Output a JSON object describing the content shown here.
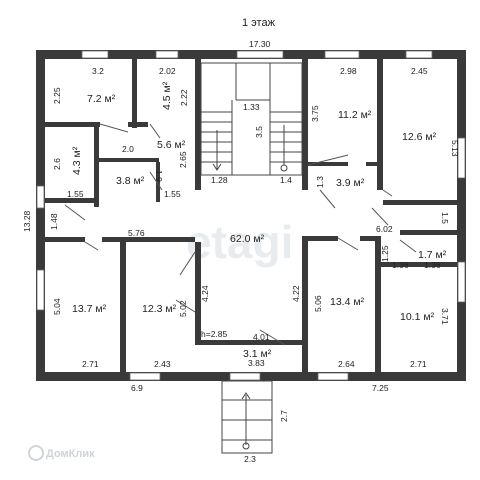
{
  "title": "1 этаж",
  "watermark": "etagi",
  "logo_text": "ДомКлик",
  "rooms": [
    {
      "id": "r1",
      "area": "7.2 м²"
    },
    {
      "id": "r2",
      "area": "4.5 м²"
    },
    {
      "id": "r3",
      "area": "5.6 м²"
    },
    {
      "id": "r4",
      "area": "4.3 м²"
    },
    {
      "id": "r5",
      "area": "3.8 м²"
    },
    {
      "id": "r6",
      "area": "11.2 м²"
    },
    {
      "id": "r7",
      "area": "12.6 м²"
    },
    {
      "id": "r8",
      "area": "3.9 м²"
    },
    {
      "id": "r9",
      "area": "62.0 м²"
    },
    {
      "id": "r10",
      "area": "1.7 м²"
    },
    {
      "id": "r11",
      "area": "13.7 м²"
    },
    {
      "id": "r12",
      "area": "12.3 м²"
    },
    {
      "id": "r13",
      "area": "13.4 м²"
    },
    {
      "id": "r14",
      "area": "10.1 м²"
    },
    {
      "id": "r15",
      "area": "3.1 м²"
    }
  ],
  "dims": [
    "17.30",
    "3.2",
    "2.02",
    "2.98",
    "2.45",
    "2.25",
    "2.22",
    "1.33",
    "3.75",
    "3.5",
    "5.13",
    "2.0",
    "2.65",
    "2.6",
    "1.9",
    "1.28",
    "1.4",
    "1.3",
    "1.55",
    "1.55",
    "13.28",
    "1.48",
    "1.5",
    "5.76",
    "6.02",
    "1.25",
    "1.36",
    "1.36",
    "5.04",
    "5.02",
    "4.24",
    "4.22",
    "5.06",
    "3.71",
    "h=2.85",
    "4.01",
    "3.83",
    "2.71",
    "2.43",
    "2.64",
    "2.71",
    "6.9",
    "7.25",
    "2.7",
    "2.3"
  ]
}
